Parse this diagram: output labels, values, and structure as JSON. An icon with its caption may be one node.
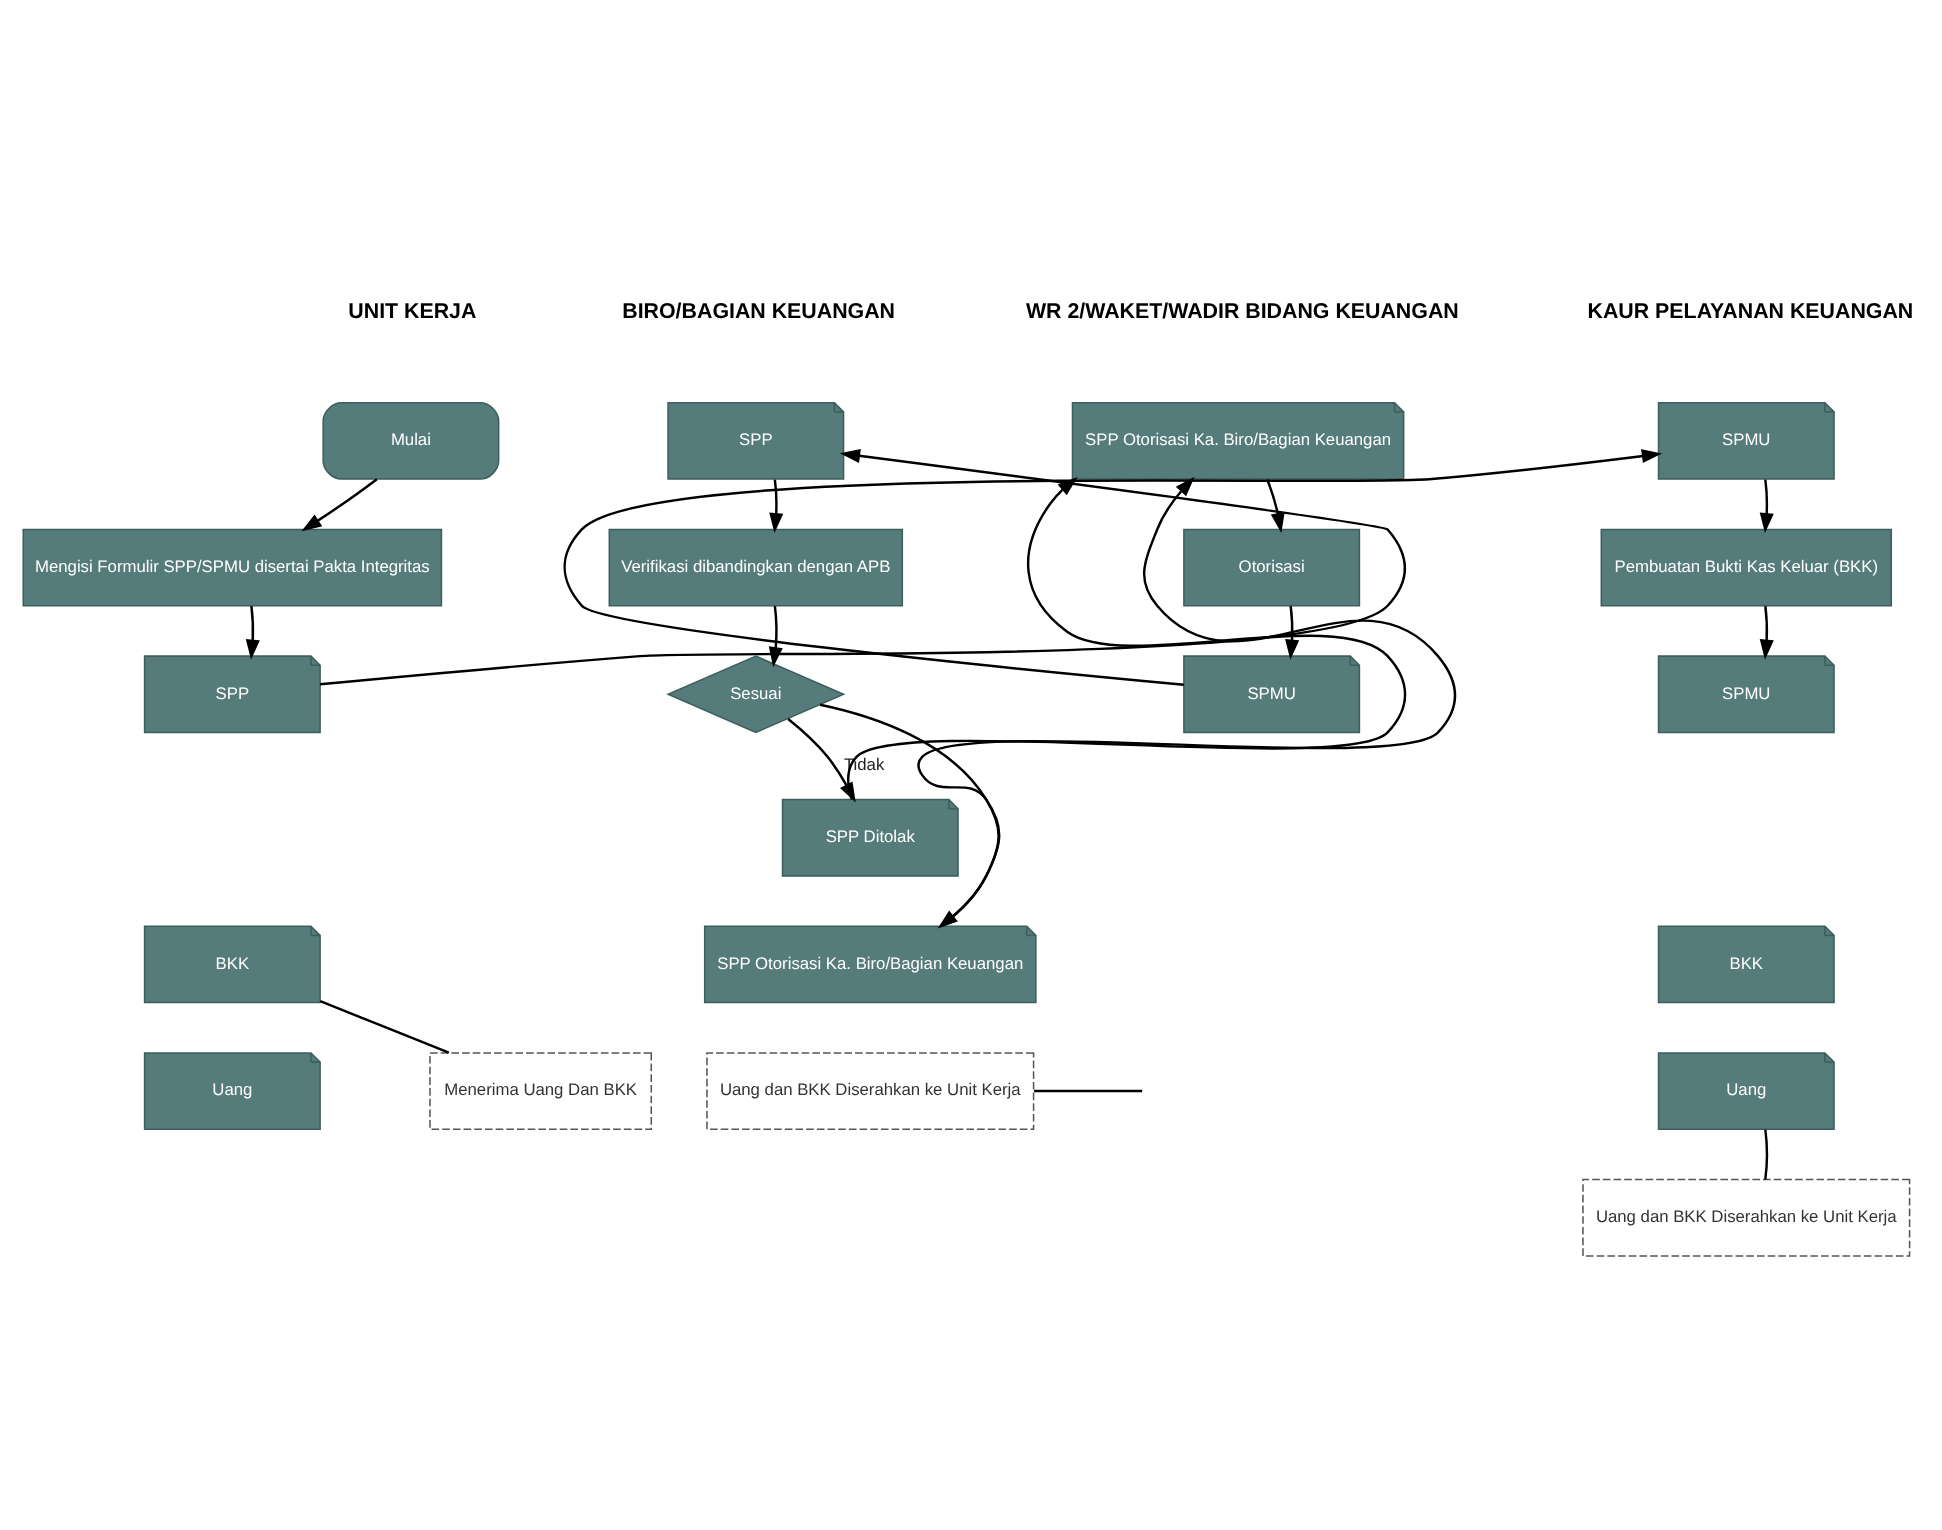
{
  "diagram": {
    "nodes": [
      {
        "text": [
          "Mulai"
        ]
      },
      {
        "text": [
          "Mengisi Formulir SPP/SPMU disertai Pakta Integritas"
        ]
      },
      {
        "text": [
          "SPP"
        ]
      },
      {
        "text": [
          "BKK"
        ]
      },
      {
        "text": [
          "Uang"
        ]
      },
      {
        "text": [
          "Menerima Uang Dan BKK"
        ]
      },
      {
        "text": [
          "SPP"
        ]
      },
      {
        "text": [
          "Verifikasi dibandingkan dengan APB"
        ]
      },
      {
        "text": [
          "Sesuai"
        ]
      },
      {
        "text": [
          "SPP Ditolak"
        ]
      },
      {
        "text": [
          "SPP Otorisasi Ka. Biro/Bagian Keuangan"
        ]
      },
      {
        "text": [
          "Uang dan BKK Diserahkan ke Unit Kerja"
        ]
      },
      {
        "text": [
          "SPP Otorisasi Ka. Biro/Bagian Keuangan"
        ]
      },
      {
        "text": [
          "Otorisasi"
        ]
      },
      {
        "text": [
          "SPMU"
        ]
      },
      {
        "text": [
          "SPMU"
        ]
      },
      {
        "text": [
          "Pembuatan Bukti Kas Keluar (BKK)"
        ]
      },
      {
        "text": [
          "SPMU"
        ]
      },
      {
        "text": [
          "BKK"
        ]
      },
      {
        "text": [
          "Uang"
        ]
      },
      {
        "text": [
          "Uang dan BKK Diserahkan ke Unit Kerja"
        ]
      }
    ],
    "edges": [
      {
        "from": 0,
        "to": 1,
        "arrow": "to"
      },
      {
        "from": 1,
        "to": 2,
        "arrow": "to"
      },
      {
        "from": 2,
        "to": 6,
        "arrow": "to"
      },
      {
        "from": 6,
        "to": 7,
        "arrow": "to"
      },
      {
        "from": 7,
        "to": 8,
        "arrow": "to"
      },
      {
        "from": 8,
        "to": 9,
        "label": "Tidak",
        "arrow": "to"
      },
      {
        "from": 8,
        "to": 10,
        "arrow": "to"
      },
      {
        "from": 10,
        "to": 12,
        "arrow": "to"
      },
      {
        "from": 9,
        "to": 12,
        "arrow": "to"
      },
      {
        "from": 11,
        "to": null,
        "arrow": "none"
      },
      {
        "from": 5,
        "to": 3,
        "arrow": "none"
      },
      {
        "from": 12,
        "to": 13,
        "arrow": "to"
      },
      {
        "from": 13,
        "to": 14,
        "arrow": "to"
      },
      {
        "from": 14,
        "to": 15,
        "arrow": "to"
      },
      {
        "from": 15,
        "to": 16,
        "arrow": "to"
      },
      {
        "from": 16,
        "to": 17,
        "arrow": "to"
      },
      {
        "from": 20,
        "to": 19,
        "arrow": "none"
      }
    ],
    "labels": [
      "UNIT KERJA",
      "BIRO/BAGIAN KEUANGAN",
      "WR 2/WAKET/WADIR BIDANG KEUANGAN",
      "KAUR PELAYANAN KEUANGAN"
    ]
  }
}
